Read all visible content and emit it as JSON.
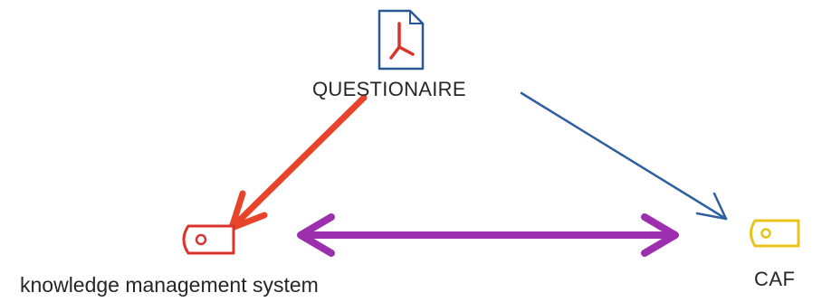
{
  "nodes": {
    "questionaire": {
      "label": "QUESTIONAIRE",
      "icon": "pdf-document-icon"
    },
    "kms": {
      "label": "knowledge management system",
      "icon": "tag-icon"
    },
    "caf": {
      "label": "CAF",
      "icon": "tag-icon"
    }
  },
  "edges": [
    {
      "from": "QUESTIONAIRE",
      "to": "knowledge management system",
      "style": "thick-arrow",
      "color": "#e8442c"
    },
    {
      "from": "QUESTIONAIRE",
      "to": "CAF",
      "style": "thin-arrow",
      "color": "#2e5fa0"
    },
    {
      "from": "knowledge management system",
      "to": "CAF",
      "style": "double-headed-arrow",
      "color": "#9b2fae"
    }
  ],
  "colors": {
    "pdf_icon": "#d9332b",
    "doc_outline": "#2b5797",
    "kms_tag": "#d9332b",
    "caf_tag": "#e8c41a",
    "text": "#262626"
  }
}
